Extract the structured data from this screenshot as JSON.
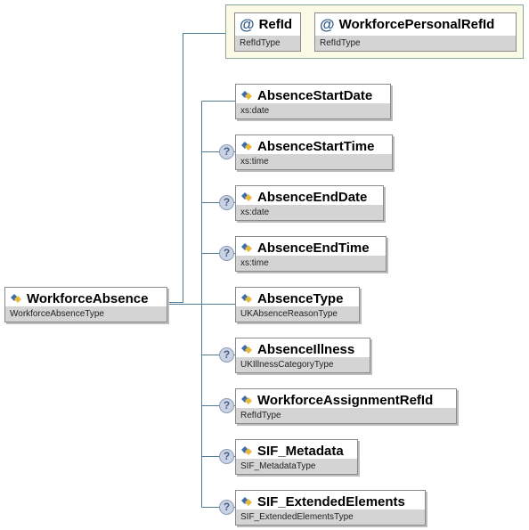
{
  "root": {
    "name": "WorkforceAbsence",
    "type": "WorkforceAbsenceType"
  },
  "attributes": [
    {
      "name": "RefId",
      "type": "RefIdType"
    },
    {
      "name": "WorkforcePersonalRefId",
      "type": "RefIdType"
    }
  ],
  "elements": [
    {
      "name": "AbsenceStartDate",
      "type": "xs:date",
      "optional": false
    },
    {
      "name": "AbsenceStartTime",
      "type": "xs:time",
      "optional": true
    },
    {
      "name": "AbsenceEndDate",
      "type": "xs:date",
      "optional": true
    },
    {
      "name": "AbsenceEndTime",
      "type": "xs:time",
      "optional": true
    },
    {
      "name": "AbsenceType",
      "type": "UKAbsenceReasonType",
      "optional": false
    },
    {
      "name": "AbsenceIllness",
      "type": "UKIllnessCategoryType",
      "optional": true
    },
    {
      "name": "WorkforceAssignmentRefId",
      "type": "RefIdType",
      "optional": true
    },
    {
      "name": "SIF_Metadata",
      "type": "SIF_MetadataType",
      "optional": true
    },
    {
      "name": "SIF_ExtendedElements",
      "type": "SIF_ExtendedElementsType",
      "optional": true
    }
  ],
  "icons": {
    "element": "element-icon",
    "attribute": "attribute-icon",
    "optional": "optional-question-icon"
  },
  "optional_glyph": "?",
  "attribute_glyph": "@",
  "colors": {
    "connector": "#4f7d93",
    "attr_group_bg": "#fafae6",
    "type_bar": "#d4d4d4"
  }
}
